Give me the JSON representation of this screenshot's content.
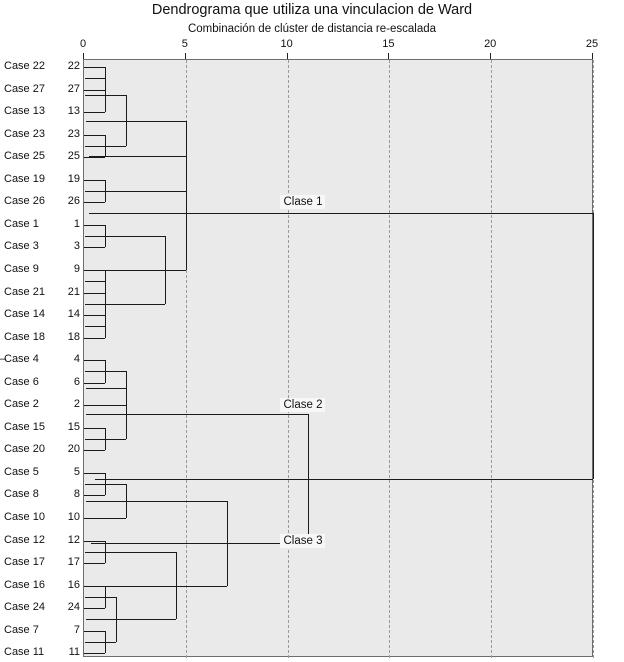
{
  "header": {
    "title": "Dendrograma que utiliza una vinculacion de Ward",
    "subtitle": "Combinación de clúster de distancia re-escalada"
  },
  "axis": {
    "ticks": [
      0,
      5,
      10,
      15,
      20,
      25
    ],
    "tick_labels": [
      "0",
      "5",
      "10",
      "15",
      "20",
      "25"
    ],
    "range": [
      0,
      25
    ],
    "label": "Combinación de clúster de distancia re-escalada",
    "gridlines": [
      5,
      10,
      15,
      20,
      25
    ]
  },
  "annotations": [
    {
      "text": "Clase 1",
      "x": 10.0,
      "leaf_index": 6
    },
    {
      "text": "Clase 2",
      "x": 10.0,
      "leaf_index": 15
    },
    {
      "text": "Clase 3",
      "x": 10.0,
      "leaf_index": 21
    }
  ],
  "colors": {
    "panel_background": "#eaeaea",
    "line": "#1b1b1b",
    "gridline": "#9a9a9a",
    "text": "#111111",
    "page_background": "#ffffff"
  },
  "chart_data": {
    "type": "dendrogram",
    "title": "Dendrograma que utiliza una vinculacion de Ward",
    "xlabel": "Combinación de clúster de distancia re-escalada",
    "ylabel": "",
    "xlim": [
      0,
      25
    ],
    "grid": true,
    "legend": "none",
    "orientation": "horizontal",
    "leaves": [
      {
        "label": "Case 22",
        "num": "22"
      },
      {
        "label": "Case 27",
        "num": "27"
      },
      {
        "label": "Case 13",
        "num": "13"
      },
      {
        "label": "Case 23",
        "num": "23"
      },
      {
        "label": "Case 25",
        "num": "25"
      },
      {
        "label": "Case 19",
        "num": "19"
      },
      {
        "label": "Case 26",
        "num": "26"
      },
      {
        "label": "Case 1",
        "num": "1"
      },
      {
        "label": "Case 3",
        "num": "3"
      },
      {
        "label": "Case 9",
        "num": "9"
      },
      {
        "label": "Case 21",
        "num": "21"
      },
      {
        "label": "Case 14",
        "num": "14"
      },
      {
        "label": "Case 18",
        "num": "18"
      },
      {
        "label": "Case 4",
        "num": "4"
      },
      {
        "label": "Case 6",
        "num": "6"
      },
      {
        "label": "Case 2",
        "num": "2"
      },
      {
        "label": "Case 15",
        "num": "15"
      },
      {
        "label": "Case 20",
        "num": "20"
      },
      {
        "label": "Case 5",
        "num": "5"
      },
      {
        "label": "Case 8",
        "num": "8"
      },
      {
        "label": "Case 10",
        "num": "10"
      },
      {
        "label": "Case 12",
        "num": "12"
      },
      {
        "label": "Case 17",
        "num": "17"
      },
      {
        "label": "Case 16",
        "num": "16"
      },
      {
        "label": "Case 24",
        "num": "24"
      },
      {
        "label": "Case 7",
        "num": "7"
      },
      {
        "label": "Case 11",
        "num": "11"
      }
    ],
    "merges": [
      {
        "id": "m1",
        "left": {
          "leaf": 0
        },
        "right": {
          "leaf": 1
        },
        "x": 1.03
      },
      {
        "id": "m2",
        "left": {
          "node": "m1"
        },
        "right": {
          "leaf": 2
        },
        "x": 1.03
      },
      {
        "id": "m3",
        "left": {
          "leaf": 3
        },
        "right": {
          "leaf": 4
        },
        "x": 1.03
      },
      {
        "id": "m4",
        "left": {
          "node": "m2"
        },
        "right": {
          "node": "m3"
        },
        "x": 2.05
      },
      {
        "id": "m5",
        "left": {
          "leaf": 5
        },
        "right": {
          "leaf": 6
        },
        "x": 1.03
      },
      {
        "id": "m6",
        "left": {
          "node": "m4"
        },
        "right": {
          "node": "m5"
        },
        "x": 5.0
      },
      {
        "id": "m7",
        "left": {
          "leaf": 7
        },
        "right": {
          "leaf": 8
        },
        "x": 1.03
      },
      {
        "id": "m8",
        "left": {
          "leaf": 9
        },
        "right": {
          "leaf": 10
        },
        "x": 1.03
      },
      {
        "id": "m9",
        "left": {
          "leaf": 11
        },
        "right": {
          "leaf": 12
        },
        "x": 1.03
      },
      {
        "id": "m10",
        "left": {
          "node": "m8"
        },
        "right": {
          "node": "m9"
        },
        "x": 1.03
      },
      {
        "id": "m11",
        "left": {
          "node": "m7"
        },
        "right": {
          "node": "m10"
        },
        "x": 4.0
      },
      {
        "id": "m12",
        "left": {
          "node": "m6"
        },
        "right": {
          "node": "m11"
        },
        "x": 5.0
      },
      {
        "id": "m13",
        "left": {
          "leaf": 13
        },
        "right": {
          "leaf": 14
        },
        "x": 1.03
      },
      {
        "id": "m14",
        "left": {
          "node": "m13"
        },
        "right": {
          "leaf": 15
        },
        "x": 2.05
      },
      {
        "id": "m15",
        "left": {
          "leaf": 16
        },
        "right": {
          "leaf": 17
        },
        "x": 1.03
      },
      {
        "id": "m16",
        "left": {
          "node": "m14"
        },
        "right": {
          "node": "m15"
        },
        "x": 2.05
      },
      {
        "id": "m17",
        "left": {
          "leaf": 18
        },
        "right": {
          "leaf": 19
        },
        "x": 1.03
      },
      {
        "id": "m18",
        "left": {
          "node": "m17"
        },
        "right": {
          "leaf": 20
        },
        "x": 2.05
      },
      {
        "id": "m19",
        "left": {
          "leaf": 21
        },
        "right": {
          "leaf": 22
        },
        "x": 1.03
      },
      {
        "id": "m20",
        "left": {
          "leaf": 23
        },
        "right": {
          "leaf": 24
        },
        "x": 1.03
      },
      {
        "id": "m21",
        "left": {
          "leaf": 25
        },
        "right": {
          "leaf": 26
        },
        "x": 1.03
      },
      {
        "id": "m22",
        "left": {
          "node": "m20"
        },
        "right": {
          "node": "m21"
        },
        "x": 1.55
      },
      {
        "id": "m23",
        "left": {
          "node": "m19"
        },
        "right": {
          "node": "m22"
        },
        "x": 4.5
      },
      {
        "id": "m24",
        "left": {
          "node": "m18"
        },
        "right": {
          "node": "m23"
        },
        "x": 7.0
      },
      {
        "id": "m25",
        "left": {
          "node": "m16"
        },
        "right": {
          "node": "m24"
        },
        "x": 11.0
      },
      {
        "id": "m26",
        "left": {
          "node": "m12"
        },
        "right": {
          "node": "m25"
        },
        "x": 25.0
      }
    ]
  }
}
